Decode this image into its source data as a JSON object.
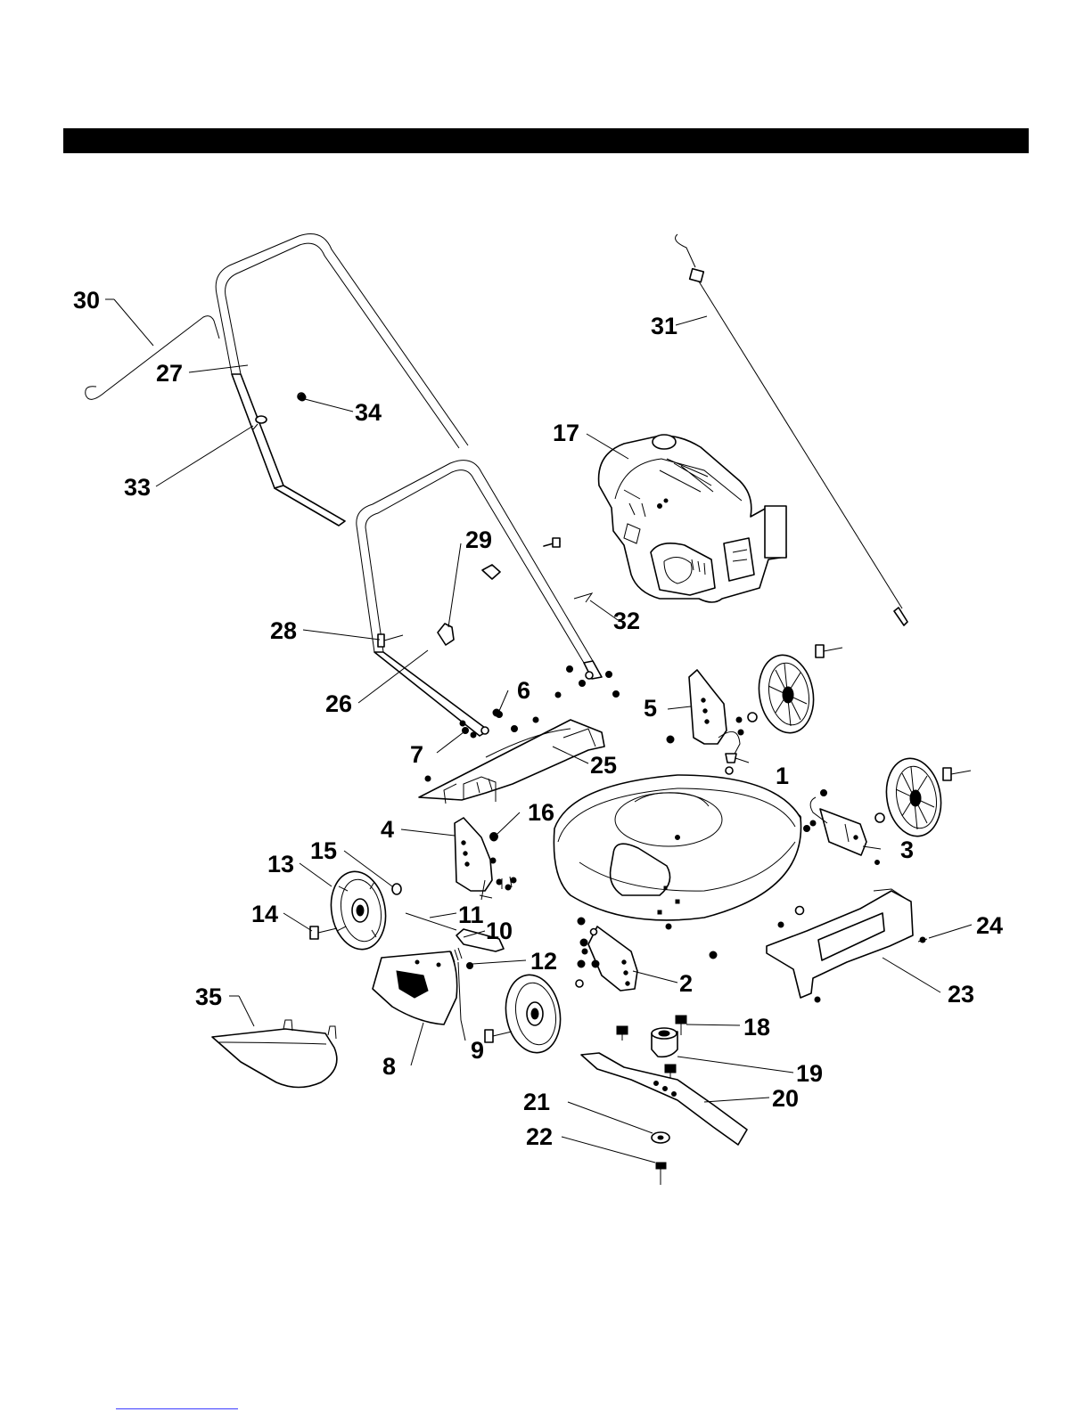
{
  "parts": [
    {
      "id": "1",
      "label": "1"
    },
    {
      "id": "2",
      "label": "2"
    },
    {
      "id": "3",
      "label": "3"
    },
    {
      "id": "4",
      "label": "4"
    },
    {
      "id": "5",
      "label": "5"
    },
    {
      "id": "6",
      "label": "6"
    },
    {
      "id": "7",
      "label": "7"
    },
    {
      "id": "8",
      "label": "8"
    },
    {
      "id": "9",
      "label": "9"
    },
    {
      "id": "10",
      "label": "10"
    },
    {
      "id": "11",
      "label": "11"
    },
    {
      "id": "12",
      "label": "12"
    },
    {
      "id": "13",
      "label": "13"
    },
    {
      "id": "14",
      "label": "14"
    },
    {
      "id": "15",
      "label": "15"
    },
    {
      "id": "16",
      "label": "16"
    },
    {
      "id": "17",
      "label": "17"
    },
    {
      "id": "18",
      "label": "18"
    },
    {
      "id": "19",
      "label": "19"
    },
    {
      "id": "20",
      "label": "20"
    },
    {
      "id": "21",
      "label": "21"
    },
    {
      "id": "22",
      "label": "22"
    },
    {
      "id": "23",
      "label": "23"
    },
    {
      "id": "24",
      "label": "24"
    },
    {
      "id": "25",
      "label": "25"
    },
    {
      "id": "26",
      "label": "26"
    },
    {
      "id": "27",
      "label": "27"
    },
    {
      "id": "28",
      "label": "28"
    },
    {
      "id": "29",
      "label": "29"
    },
    {
      "id": "30",
      "label": "30"
    },
    {
      "id": "31",
      "label": "31"
    },
    {
      "id": "32",
      "label": "32"
    },
    {
      "id": "33",
      "label": "33"
    },
    {
      "id": "34",
      "label": "34"
    },
    {
      "id": "35",
      "label": "35"
    }
  ],
  "colors": {
    "ink": "#000000",
    "paper": "#ffffff",
    "header_bar": "#000000",
    "footer_link": "#3a3aff"
  }
}
